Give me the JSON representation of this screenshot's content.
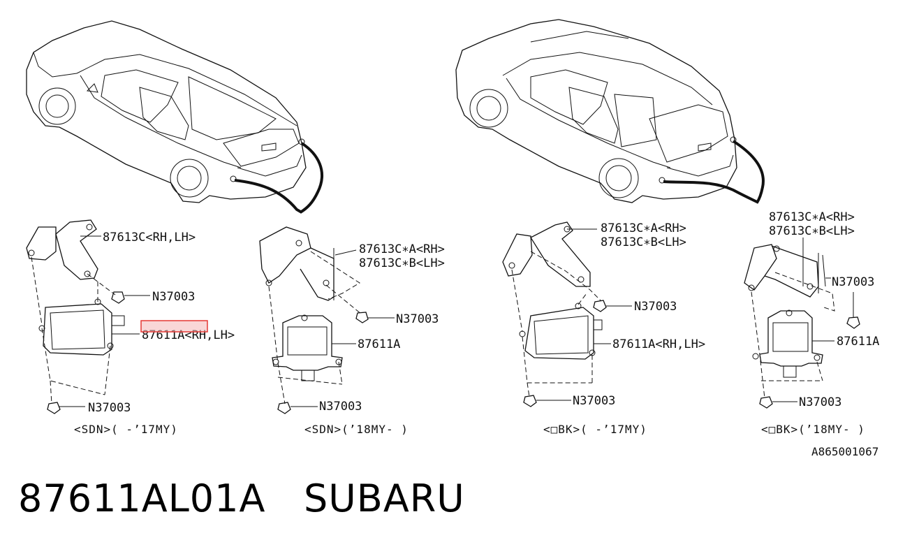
{
  "callouts": {
    "bracket_rh_lh": "87613C<RH,LH>",
    "bracket_a_rh": "87613C∗A<RH>",
    "bracket_b_lh": "87613C∗B<LH>",
    "nut": "N37003",
    "module_rh_lh": "87611A<RH,LH>",
    "module": "87611A"
  },
  "captions": {
    "sdn_17my": "<SDN>(  -’17MY)",
    "sdn_18my": "<SDN>(’18MY-  )",
    "obk_17my": "<□BK>(  -’17MY)",
    "obk_18my": "<□BK>(’18MY-  )"
  },
  "illustration_ref": "A865001067",
  "part": {
    "number": "87611AL01A",
    "brand": "SUBARU"
  },
  "colors": {
    "highlight": "#e53935",
    "highlight_fill": "#f4b7b7"
  }
}
